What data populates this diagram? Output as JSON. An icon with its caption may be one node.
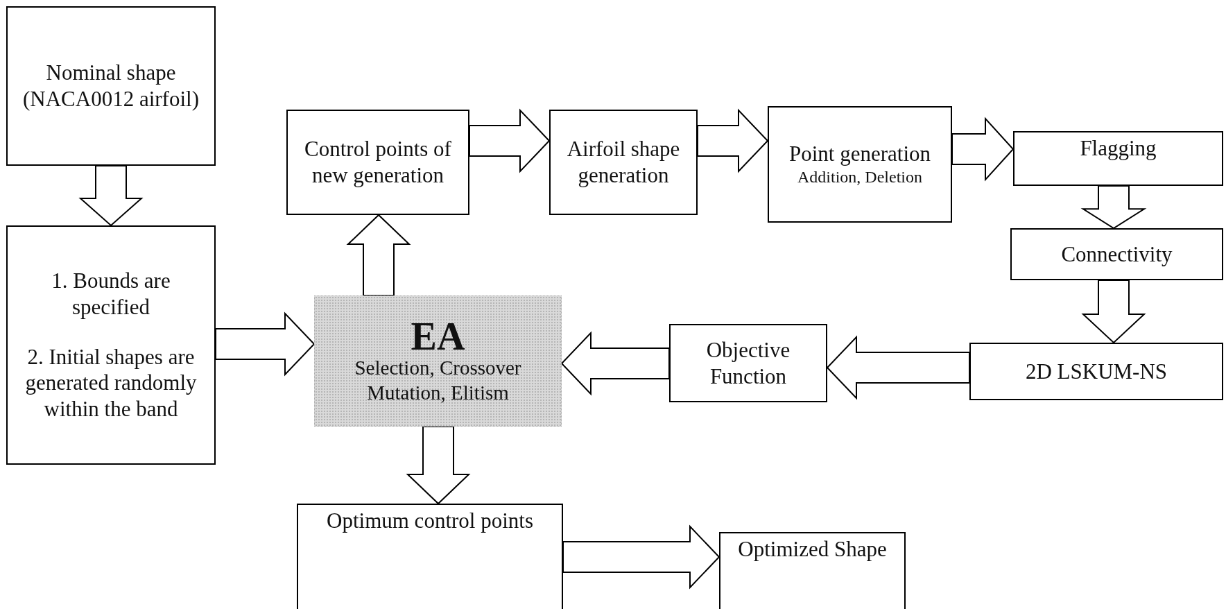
{
  "diagram": {
    "nodes": [
      {
        "text": [
          "Nominal shape (NACA0012 airfoil)"
        ]
      },
      {
        "text": [
          "1. Bounds are specified",
          "2. Initial shapes are generated randomly within the band"
        ]
      },
      {
        "text": [
          "Control points of new generation"
        ]
      },
      {
        "text": [
          "Airfoil shape generation"
        ]
      },
      {
        "text": [
          "Point generation",
          "Addition, Deletion"
        ]
      },
      {
        "text": [
          "Flagging"
        ]
      },
      {
        "text": [
          "Connectivity"
        ]
      },
      {
        "text": [
          "2D LSKUM-NS"
        ]
      },
      {
        "text": [
          "Objective Function"
        ]
      },
      {
        "text": [
          "EA",
          "Selection, Crossover Mutation, Elitism"
        ]
      },
      {
        "text": [
          "Optimum control points"
        ]
      },
      {
        "text": [
          "Optimized Shape"
        ]
      }
    ],
    "edges": [
      {
        "from": 0,
        "to": 1,
        "arrow": "to"
      },
      {
        "from": 1,
        "to": 9,
        "arrow": "to"
      },
      {
        "from": 9,
        "to": 2,
        "arrow": "to"
      },
      {
        "from": 2,
        "to": 3,
        "arrow": "to"
      },
      {
        "from": 3,
        "to": 4,
        "arrow": "to"
      },
      {
        "from": 4,
        "to": 5,
        "arrow": "to"
      },
      {
        "from": 5,
        "to": 6,
        "arrow": "to"
      },
      {
        "from": 6,
        "to": 7,
        "arrow": "to"
      },
      {
        "from": 7,
        "to": 8,
        "arrow": "to"
      },
      {
        "from": 8,
        "to": 9,
        "arrow": "to"
      },
      {
        "from": 9,
        "to": 10,
        "arrow": "to"
      },
      {
        "from": 10,
        "to": 11,
        "arrow": "to"
      }
    ]
  }
}
